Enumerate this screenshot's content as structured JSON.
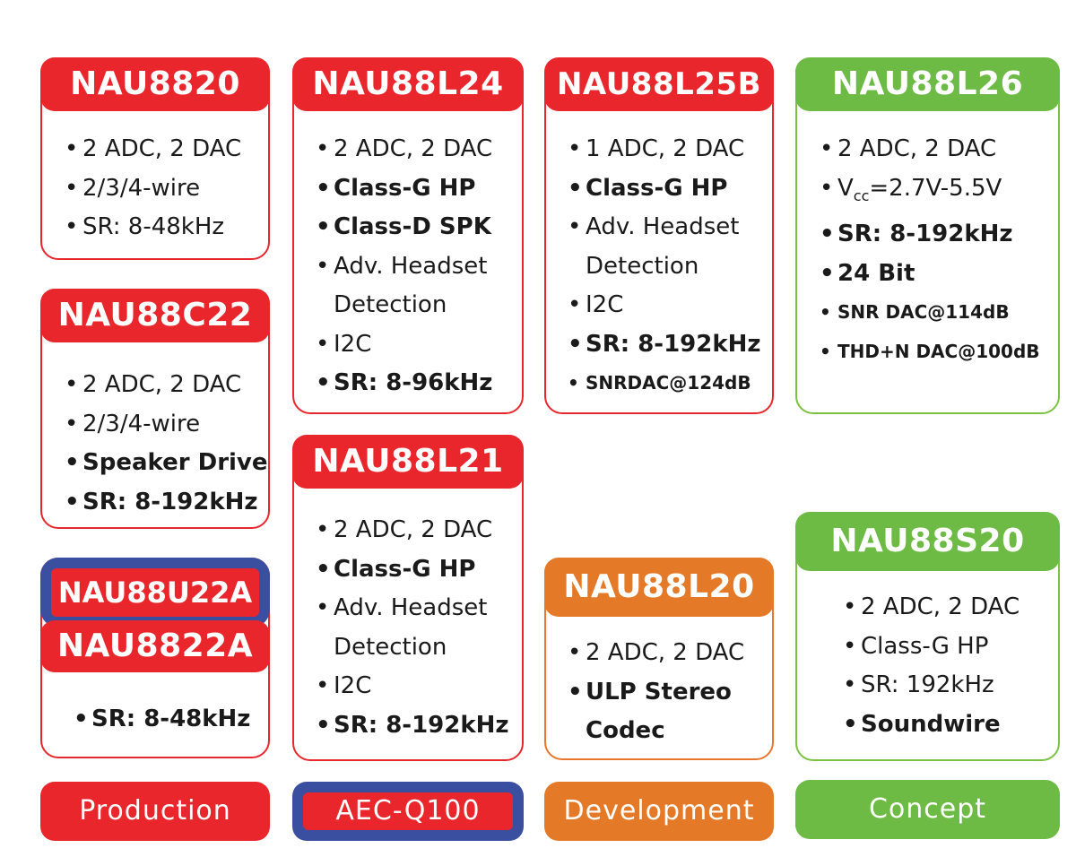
{
  "chips": {
    "nau8820": {
      "title": "NAU8820",
      "features": [
        "2 ADC, 2 DAC",
        "2/3/4-wire",
        "SR: 8-48kHz"
      ]
    },
    "nau88c22": {
      "title": "NAU88C22",
      "features": [
        "2 ADC, 2 DAC",
        "2/3/4-wire",
        "Speaker Drive",
        "SR: 8-192kHz"
      ]
    },
    "nau8822a": {
      "title_top": "NAU88U22A",
      "title": "NAU8822A",
      "features": [
        "SR: 8-48kHz"
      ]
    },
    "nau88l24": {
      "title": "NAU88L24",
      "features": [
        "2 ADC, 2 DAC",
        "Class-G HP",
        "Class-D SPK",
        "Adv. Headset",
        "Detection",
        "I2C",
        "SR: 8-96kHz"
      ]
    },
    "nau88l21": {
      "title": "NAU88L21",
      "features": [
        "2 ADC, 2 DAC",
        "Class-G HP",
        "Adv. Headset",
        "Detection",
        "I2C",
        "SR: 8-192kHz"
      ]
    },
    "nau88l25b": {
      "title": "NAU88L25B",
      "features": [
        "1 ADC, 2 DAC",
        "Class-G HP",
        "Adv. Headset",
        "Detection",
        "I2C",
        "SR: 8-192kHz",
        "SNRDAC@124dB"
      ]
    },
    "nau88l20": {
      "title": "NAU88L20",
      "features": [
        "2 ADC, 2 DAC",
        "ULP Stereo",
        "Codec"
      ]
    },
    "nau88l26": {
      "title": "NAU88L26",
      "features": [
        "2 ADC, 2 DAC",
        "V",
        "cc",
        "=2.7V-5.5V",
        "SR: 8-192kHz",
        "24 Bit",
        "SNR DAC@114dB",
        "THD+N DAC@100dB"
      ]
    },
    "nau88s20": {
      "title": "NAU88S20",
      "features": [
        "2 ADC, 2 DAC",
        "Class-G HP",
        "SR: 192kHz",
        "Soundwire"
      ]
    }
  },
  "legend": {
    "production": "Production",
    "aec": "AEC-Q100",
    "development": "Development",
    "concept": "Concept"
  },
  "colors": {
    "production": "#e8262c",
    "aec_outline": "#3b4fa0",
    "development": "#e47a28",
    "concept": "#6dbb45"
  }
}
